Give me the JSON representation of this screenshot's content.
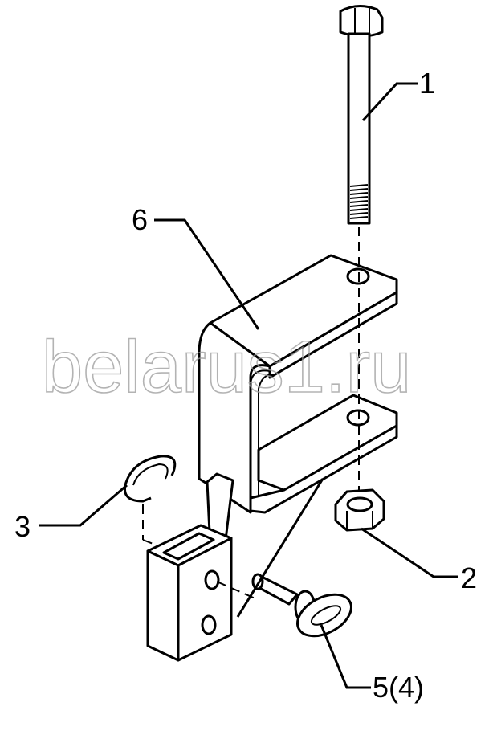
{
  "diagram": {
    "watermark": "belarus1.ru",
    "callouts": {
      "bolt": "1",
      "nut": "2",
      "ring": "3",
      "pin": "5(4)",
      "bracket": "6"
    }
  },
  "colors": {
    "line": "#000000",
    "background": "#ffffff",
    "watermark": "#9a9a9a"
  }
}
